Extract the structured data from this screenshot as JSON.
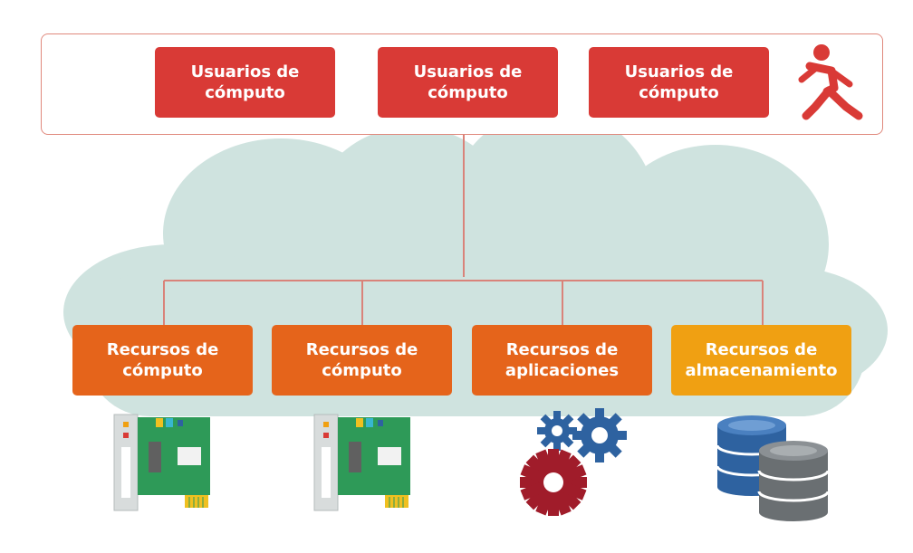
{
  "users": [
    {
      "label": "Usuarios de\ncómputo"
    },
    {
      "label": "Usuarios de\ncómputo"
    },
    {
      "label": "Usuarios de\ncómputo"
    }
  ],
  "resources": [
    {
      "label": "Recursos de\ncómputo",
      "color": "#e5641b",
      "icon": "network-card-icon"
    },
    {
      "label": "Recursos de\ncómputo",
      "color": "#e5641b",
      "icon": "network-card-icon"
    },
    {
      "label": "Recursos de\naplicaciones",
      "color": "#e5641b",
      "icon": "gears-icon"
    },
    {
      "label": "Recursos de\nalmacenamiento",
      "color": "#f0a012",
      "icon": "database-icon"
    }
  ],
  "colors": {
    "user_box": "#d93a36",
    "cloud": "#cfe3df",
    "connector": "#d9837a",
    "runner": "#d93a36"
  },
  "icons": {
    "runner": "running-person-icon"
  }
}
